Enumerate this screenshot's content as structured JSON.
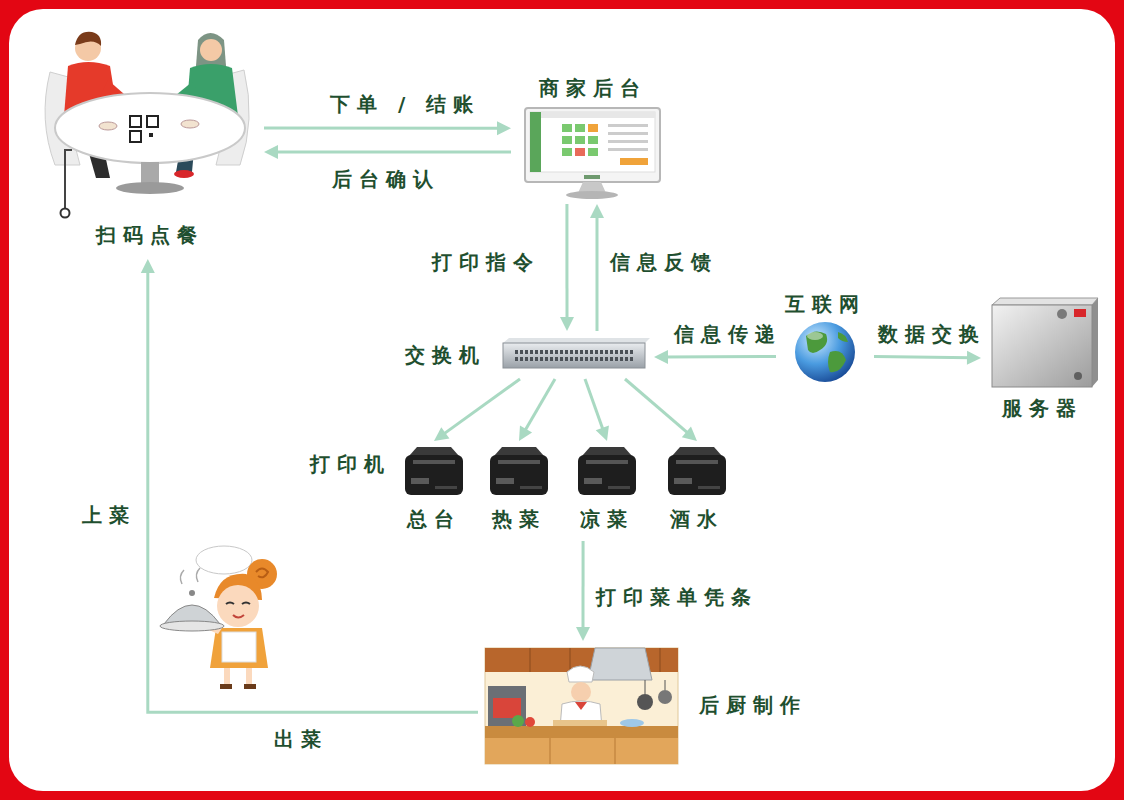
{
  "diagram": {
    "nodes": [
      {
        "text": [
          "扫码点餐"
        ]
      },
      {
        "text": [
          "商家后台"
        ]
      },
      {
        "text": [
          "交换机"
        ]
      },
      {
        "text": [
          "互联网"
        ]
      },
      {
        "text": [
          "服务器"
        ]
      },
      {
        "text": [
          "打印机"
        ]
      },
      {
        "text": [
          "总台"
        ],
        "in": 5
      },
      {
        "text": [
          "热菜"
        ],
        "in": 5
      },
      {
        "text": [
          "凉菜"
        ],
        "in": 5
      },
      {
        "text": [
          "酒水"
        ],
        "in": 5
      },
      {
        "text": [
          "后厨制作"
        ]
      }
    ],
    "edges": [
      {
        "from": 0,
        "to": 1,
        "label": "下单 / 结账",
        "arrow": "to"
      },
      {
        "from": 1,
        "to": 0,
        "label": "后台确认",
        "arrow": "to"
      },
      {
        "from": 1,
        "to": 2,
        "label": "打印指令",
        "arrow": "to"
      },
      {
        "from": 2,
        "to": 1,
        "label": "信息反馈",
        "arrow": "to"
      },
      {
        "from": 3,
        "to": 2,
        "label": "信息传递",
        "arrow": "to"
      },
      {
        "from": 3,
        "to": 4,
        "label": "数据交换",
        "arrow": "to"
      },
      {
        "from": 2,
        "to": 6,
        "arrow": "to"
      },
      {
        "from": 2,
        "to": 7,
        "arrow": "to"
      },
      {
        "from": 2,
        "to": 8,
        "arrow": "to"
      },
      {
        "from": 2,
        "to": 9,
        "arrow": "to"
      },
      {
        "from": 5,
        "to": 10,
        "label": "打印菜单凭条",
        "arrow": "to"
      },
      {
        "from": 10,
        "to": 0,
        "label": "上菜",
        "arrow": "to"
      }
    ],
    "labels": [
      "出菜"
    ]
  }
}
